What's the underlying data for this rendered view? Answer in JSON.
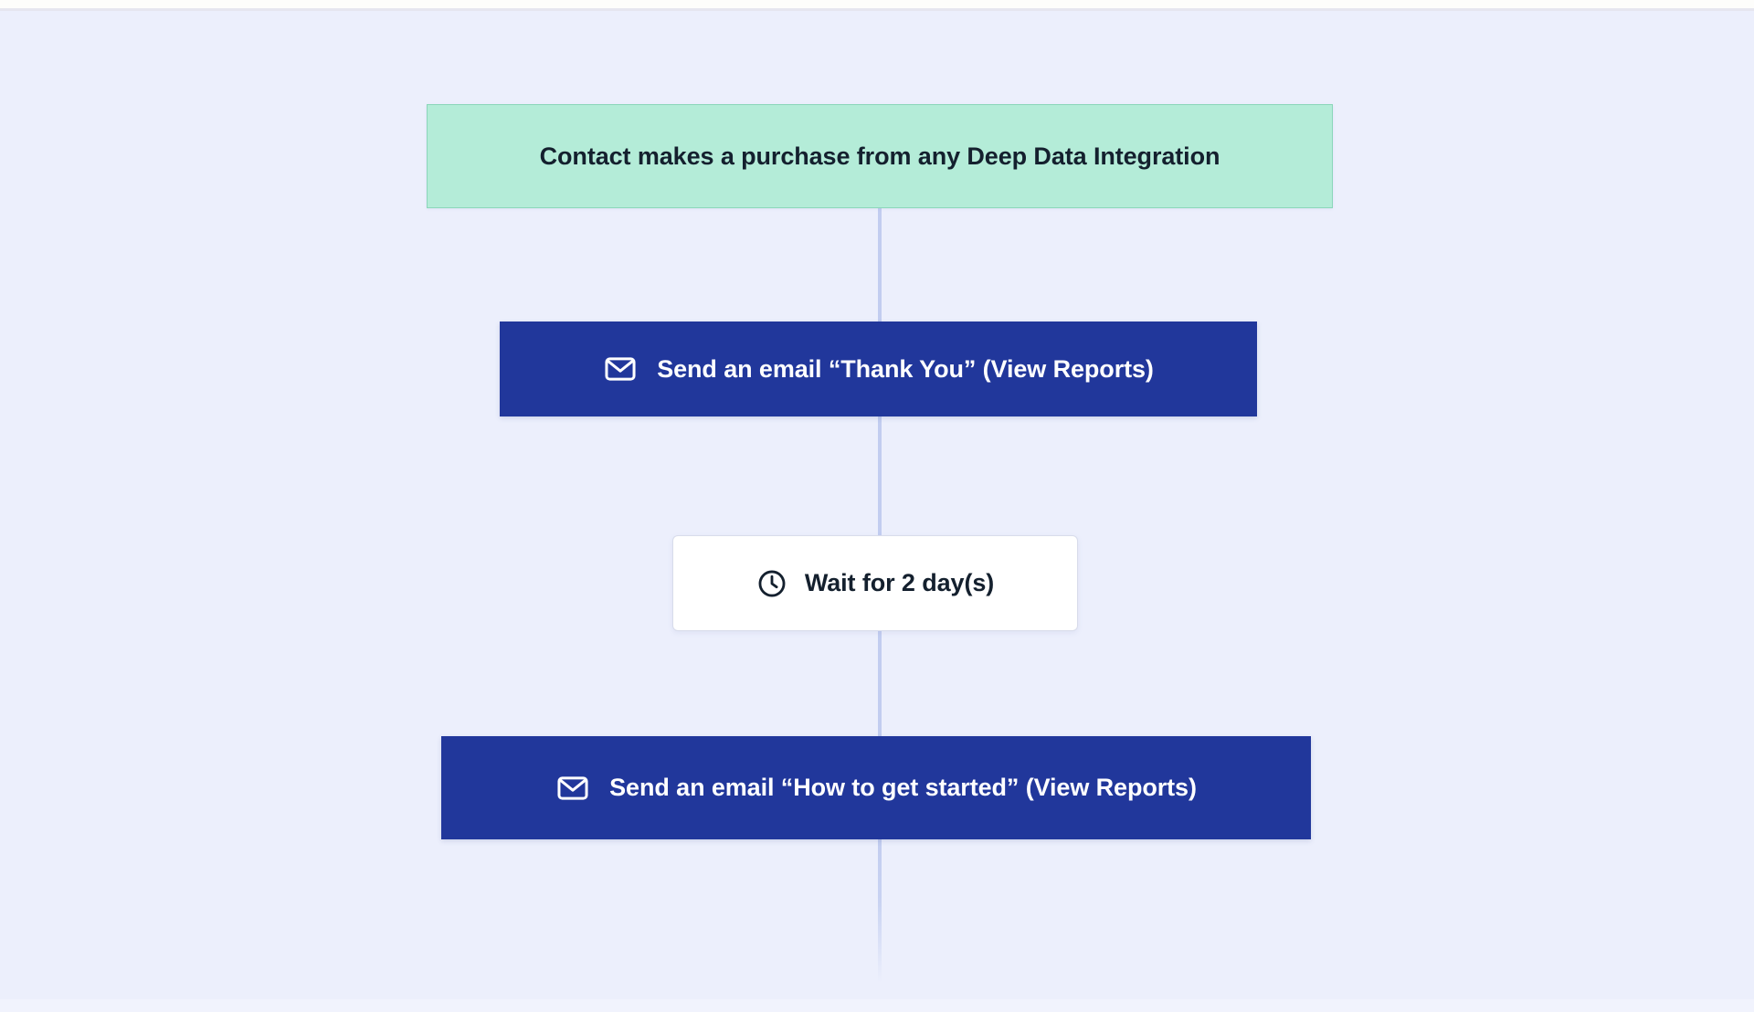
{
  "canvas": {
    "background_color": "#eceffc",
    "connector_color": "#c2cdf0"
  },
  "workflow": {
    "nodes": [
      {
        "id": "trigger",
        "type": "trigger",
        "label": "Contact makes a purchase from any Deep Data Integration",
        "icon": "none",
        "background_color": "#b4ecd8",
        "border_color": "#8bd6ba",
        "text_color": "#14202e"
      },
      {
        "id": "email-thank-you",
        "type": "action-email",
        "label": "Send an email “Thank You” (View Reports)",
        "icon": "mail-icon",
        "background_color": "#21379b",
        "text_color": "#ffffff"
      },
      {
        "id": "wait-delay",
        "type": "action-wait",
        "label": "Wait for 2 day(s)",
        "icon": "clock-icon",
        "background_color": "#ffffff",
        "border_color": "#d8dceb",
        "text_color": "#14202e"
      },
      {
        "id": "email-how-to-get-started",
        "type": "action-email",
        "label": "Send an email “How to get started” (View Reports)",
        "icon": "mail-icon",
        "background_color": "#21379b",
        "text_color": "#ffffff"
      }
    ]
  }
}
